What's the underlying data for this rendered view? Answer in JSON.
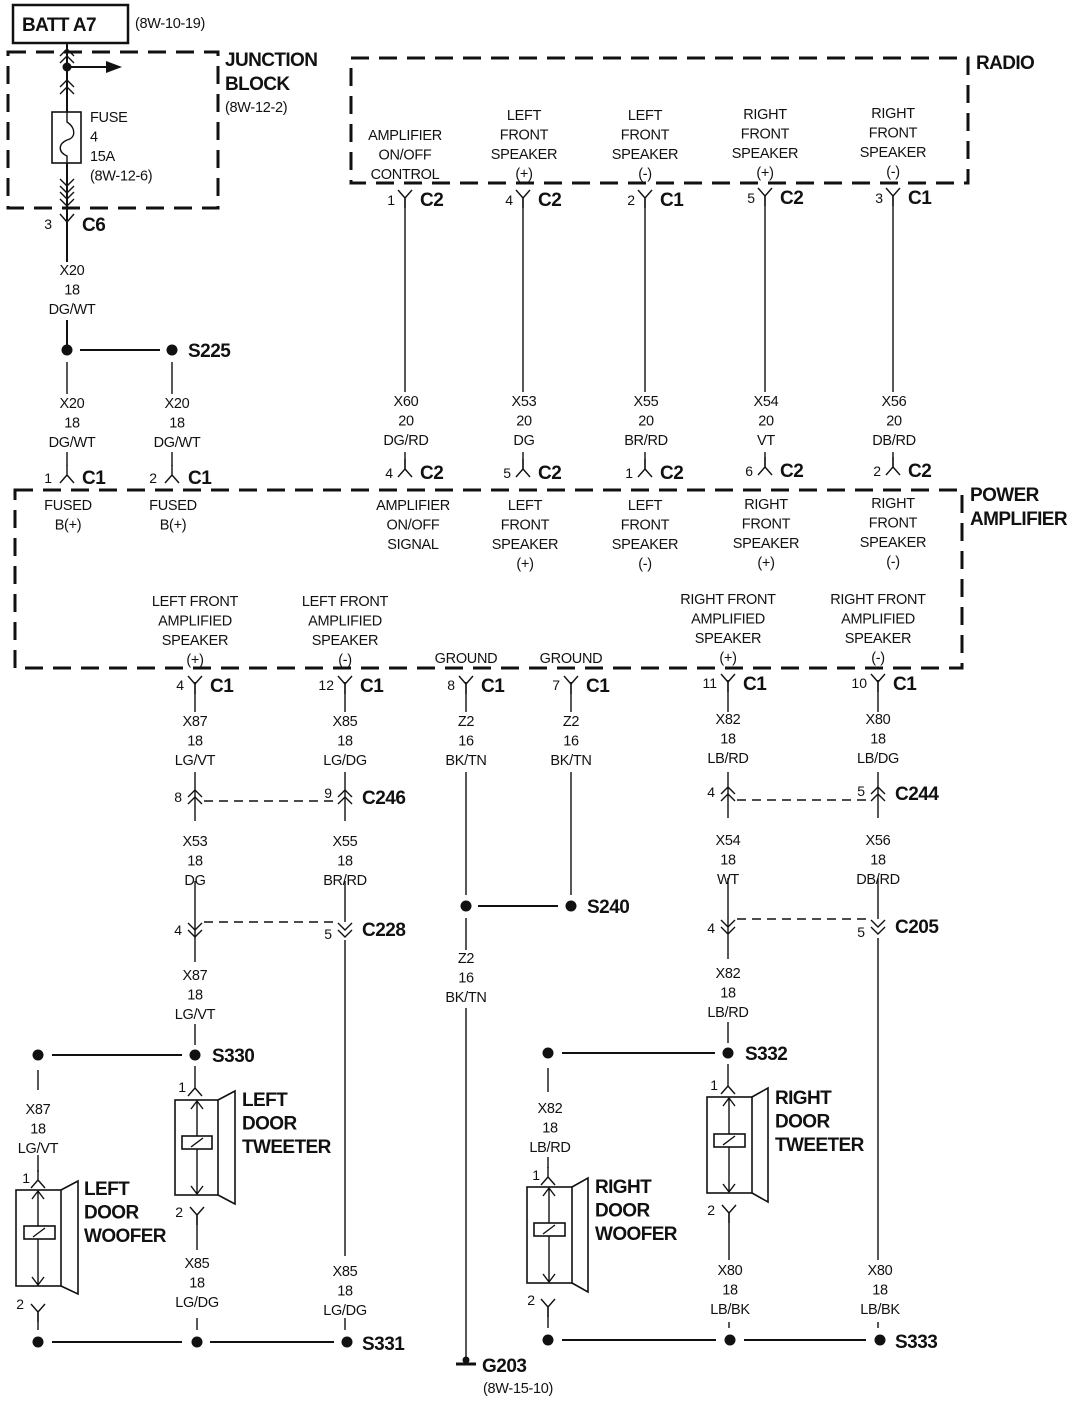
{
  "batt": {
    "label": "BATT A7",
    "ref": "(8W-10-19)"
  },
  "junction_block": {
    "title": [
      "JUNCTION",
      "BLOCK"
    ],
    "ref": "(8W-12-2)",
    "fuse": [
      "FUSE",
      "4",
      "15A",
      "(8W-12-6)"
    ],
    "pin": "3",
    "connector": "C6"
  },
  "feed_wire": [
    "X20",
    "18",
    "DG/WT"
  ],
  "branch_wires": [
    [
      "X20",
      "18",
      "DG/WT"
    ],
    [
      "X20",
      "18",
      "DG/WT"
    ]
  ],
  "splices": {
    "s225": "S225",
    "s240": "S240",
    "s330": "S330",
    "s331": "S331",
    "s332": "S332",
    "s333": "S333"
  },
  "radio": {
    "title": "RADIO",
    "pins": [
      {
        "label": [
          "AMPLIFIER",
          "ON/OFF",
          "CONTROL"
        ],
        "pin": "1",
        "connector": "C2"
      },
      {
        "label": [
          "LEFT",
          "FRONT",
          "SPEAKER",
          "(+)"
        ],
        "pin": "4",
        "connector": "C2"
      },
      {
        "label": [
          "LEFT",
          "FRONT",
          "SPEAKER",
          "(-)"
        ],
        "pin": "2",
        "connector": "C1"
      },
      {
        "label": [
          "RIGHT",
          "FRONT",
          "SPEAKER",
          "(+)"
        ],
        "pin": "5",
        "connector": "C2"
      },
      {
        "label": [
          "RIGHT",
          "FRONT",
          "SPEAKER",
          "(-)"
        ],
        "pin": "3",
        "connector": "C1"
      }
    ]
  },
  "radio_wires": [
    [
      "X60",
      "20",
      "DG/RD"
    ],
    [
      "X53",
      "20",
      "DG"
    ],
    [
      "X55",
      "20",
      "BR/RD"
    ],
    [
      "X54",
      "20",
      "VT"
    ],
    [
      "X56",
      "20",
      "DB/RD"
    ]
  ],
  "power_amplifier": {
    "title": [
      "POWER",
      "AMPLIFIER"
    ],
    "fused_inputs": [
      {
        "label": [
          "FUSED",
          "B(+)"
        ],
        "pin": "1",
        "connector": "C1"
      },
      {
        "label": [
          "FUSED",
          "B(+)"
        ],
        "pin": "2",
        "connector": "C1"
      }
    ],
    "radio_inputs": [
      {
        "label": [
          "AMPLIFIER",
          "ON/OFF",
          "SIGNAL"
        ],
        "pin": "4",
        "connector": "C2"
      },
      {
        "label": [
          "LEFT",
          "FRONT",
          "SPEAKER",
          "(+)"
        ],
        "pin": "5",
        "connector": "C2"
      },
      {
        "label": [
          "LEFT",
          "FRONT",
          "SPEAKER",
          "(-)"
        ],
        "pin": "1",
        "connector": "C2"
      },
      {
        "label": [
          "RIGHT",
          "FRONT",
          "SPEAKER",
          "(+)"
        ],
        "pin": "6",
        "connector": "C2"
      },
      {
        "label": [
          "RIGHT",
          "FRONT",
          "SPEAKER",
          "(-)"
        ],
        "pin": "2",
        "connector": "C2"
      }
    ],
    "outputs": [
      {
        "label": [
          "LEFT FRONT",
          "AMPLIFIED",
          "SPEAKER",
          "(+)"
        ],
        "pin": "4",
        "connector": "C1"
      },
      {
        "label": [
          "LEFT FRONT",
          "AMPLIFIED",
          "SPEAKER",
          "(-)"
        ],
        "pin": "12",
        "connector": "C1"
      },
      {
        "label": [
          "GROUND"
        ],
        "pin": "8",
        "connector": "C1"
      },
      {
        "label": [
          "GROUND"
        ],
        "pin": "7",
        "connector": "C1"
      },
      {
        "label": [
          "RIGHT FRONT",
          "AMPLIFIED",
          "SPEAKER",
          "(+)"
        ],
        "pin": "11",
        "connector": "C1"
      },
      {
        "label": [
          "RIGHT FRONT",
          "AMPLIFIED",
          "SPEAKER",
          "(-)"
        ],
        "pin": "10",
        "connector": "C1"
      }
    ]
  },
  "output_wires": [
    [
      "X87",
      "18",
      "LG/VT"
    ],
    [
      "X85",
      "18",
      "LG/DG"
    ],
    [
      "Z2",
      "16",
      "BK/TN"
    ],
    [
      "Z2",
      "16",
      "BK/TN"
    ],
    [
      "X82",
      "18",
      "LB/RD"
    ],
    [
      "X80",
      "18",
      "LB/DG"
    ]
  ],
  "inline_connectors": {
    "c246": {
      "name": "C246",
      "pins": [
        "8",
        "9"
      ]
    },
    "c244": {
      "name": "C244",
      "pins": [
        "4",
        "5"
      ]
    },
    "c228": {
      "name": "C228",
      "pins": [
        "4",
        "5"
      ]
    },
    "c205": {
      "name": "C205",
      "pins": [
        "4",
        "5"
      ]
    }
  },
  "mid_wires": [
    [
      "X53",
      "18",
      "DG"
    ],
    [
      "X55",
      "18",
      "BR/RD"
    ],
    [
      "X54",
      "18",
      "WT"
    ],
    [
      "X56",
      "18",
      "DB/RD"
    ]
  ],
  "lower_wires": {
    "left_pos": [
      "X87",
      "18",
      "LG/VT"
    ],
    "ground": [
      "Z2",
      "16",
      "BK/TN"
    ],
    "right_pos": [
      "X82",
      "18",
      "LB/RD"
    ],
    "left_woofer_feed": [
      "X87",
      "18",
      "LG/VT"
    ],
    "left_tweeter_ret": [
      "X85",
      "18",
      "LG/DG"
    ],
    "left_neg": [
      "X85",
      "18",
      "LG/DG"
    ],
    "right_woofer_feed": [
      "X82",
      "18",
      "LB/RD"
    ],
    "right_tweeter_ret": [
      "X80",
      "18",
      "LB/BK"
    ],
    "right_neg": [
      "X80",
      "18",
      "LB/BK"
    ]
  },
  "speakers": {
    "left_woofer": {
      "label": [
        "LEFT",
        "DOOR",
        "WOOFER"
      ],
      "pins": [
        "1",
        "2"
      ]
    },
    "left_tweeter": {
      "label": [
        "LEFT",
        "DOOR",
        "TWEETER"
      ],
      "pins": [
        "1",
        "2"
      ]
    },
    "right_woofer": {
      "label": [
        "RIGHT",
        "DOOR",
        "WOOFER"
      ],
      "pins": [
        "1",
        "2"
      ]
    },
    "right_tweeter": {
      "label": [
        "RIGHT",
        "DOOR",
        "TWEETER"
      ],
      "pins": [
        "1",
        "2"
      ]
    }
  },
  "ground": {
    "name": "G203",
    "ref": "(8W-15-10)"
  }
}
